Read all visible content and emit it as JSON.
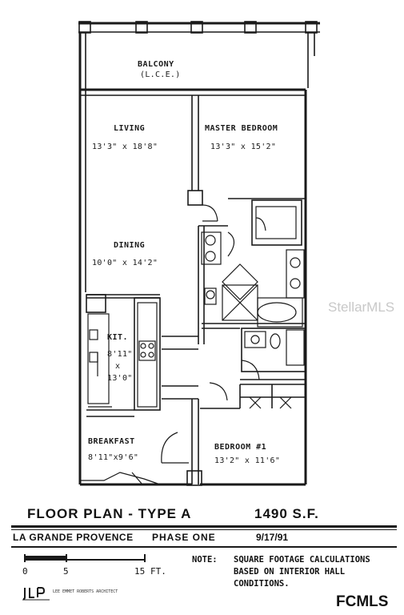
{
  "rooms": {
    "balcony": {
      "name": "BALCONY",
      "note": "(L.C.E.)"
    },
    "living": {
      "name": "LIVING",
      "dims": "13'3\" x 18'8\""
    },
    "master": {
      "name": "MASTER BEDROOM",
      "dims": "13'3\" x 15'2\""
    },
    "dining": {
      "name": "DINING",
      "dims": "10'0\" x 14'2\""
    },
    "kitchen": {
      "name": "KIT.",
      "dims_w": "8'11\"",
      "dims_x": "x",
      "dims_h": "13'0\""
    },
    "breakfast": {
      "name": "BREAKFAST",
      "dims": "8'11\"x9'6\""
    },
    "bedroom1": {
      "name": "BEDROOM #1",
      "dims": "13'2\" x 11'6\""
    }
  },
  "footer": {
    "title": "FLOOR PLAN - TYPE A",
    "square_feet": "1490 S.F.",
    "project": "LA GRANDE PROVENCE",
    "phase": "PHASE ONE",
    "date": "9/17/91",
    "scale": {
      "ticks": [
        "0",
        "5",
        "15"
      ],
      "unit": "FT."
    },
    "note_label": "NOTE:",
    "note_text": "SQUARE FOOTAGE CALCULATIONS\nBASED ON INTERIOR HALL\nCONDITIONS.",
    "architect": "LEE EMMET ROBERTS ARCHITECT"
  },
  "watermarks": {
    "stellar": "StellarMLS",
    "fcmls": "FCMLS"
  }
}
